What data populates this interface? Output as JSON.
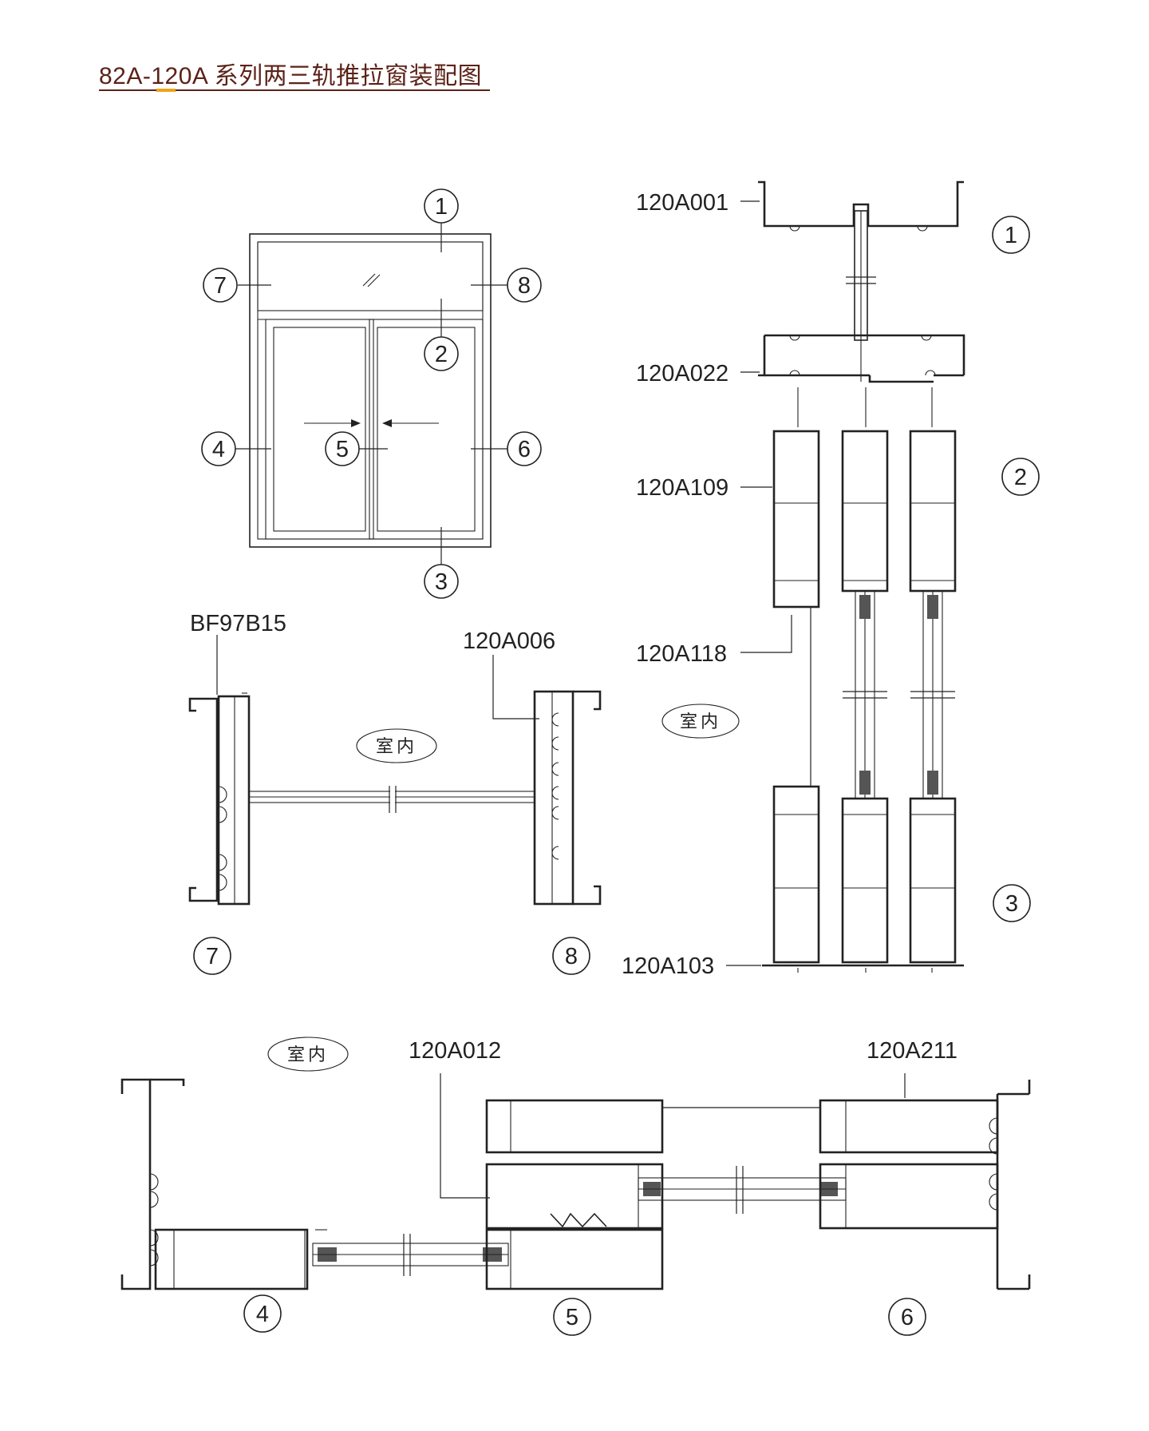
{
  "title": "82A-120A 系列两三轨推拉窗装配图",
  "colors": {
    "title": "#5b2218",
    "accent": "#f0a21a",
    "line": "#222222"
  },
  "elevation": {
    "callouts": [
      "1",
      "2",
      "3",
      "4",
      "5",
      "6",
      "7",
      "8"
    ]
  },
  "section_78": {
    "labels": {
      "left_part": "BF97B15",
      "right_part": "120A006",
      "interior": "室内"
    },
    "callouts": [
      "7",
      "8"
    ]
  },
  "section_vertical": {
    "labels": {
      "top": "120A001",
      "transom": "120A022",
      "sash": "120A109",
      "interlock": "120A118",
      "bottom": "120A103",
      "interior": "室内"
    },
    "callouts": [
      "1",
      "2",
      "3"
    ]
  },
  "section_horizontal": {
    "labels": {
      "interlock": "120A012",
      "jamb": "120A211",
      "interior": "室内"
    },
    "callouts": [
      "4",
      "5",
      "6"
    ]
  }
}
